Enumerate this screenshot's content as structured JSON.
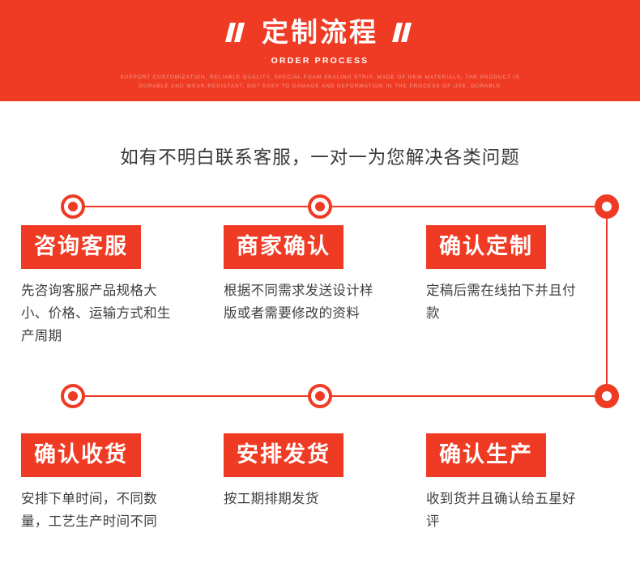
{
  "banner": {
    "title_cn": "定制流程",
    "title_en": "ORDER PROCESS",
    "description": "SUPPORT CUSTOMIZATION, RELIABLE QUALITY, SPECIAL FOAM SEALING STRIP, MADE OF NEW MATERIALS, THE PRODUCT IS DURABLE AND WEAR-RESISTANT, NOT EASY TO DAMAGE AND DEFORMATION IN THE PROCESS OF USE, DURABLE",
    "accent_color": "#ef3b24"
  },
  "subtitle": "如有不明白联系客服，一对一为您解决各类问题",
  "steps": [
    {
      "badge": "咨询客服",
      "text": "先咨询客服产品规格大小、价格、运输方式和生产周期"
    },
    {
      "badge": "商家确认",
      "text": "根据不同需求发送设计样版或者需要修改的资料"
    },
    {
      "badge": "确认定制",
      "text": "定稿后需在线拍下并且付款"
    },
    {
      "badge": "确认收货",
      "text": "安排下单时间，不同数量，工艺生产时间不同"
    },
    {
      "badge": "安排发货",
      "text": "按工期排期发货"
    },
    {
      "badge": "确认生产",
      "text": "收到货并且确认给五星好评"
    }
  ]
}
